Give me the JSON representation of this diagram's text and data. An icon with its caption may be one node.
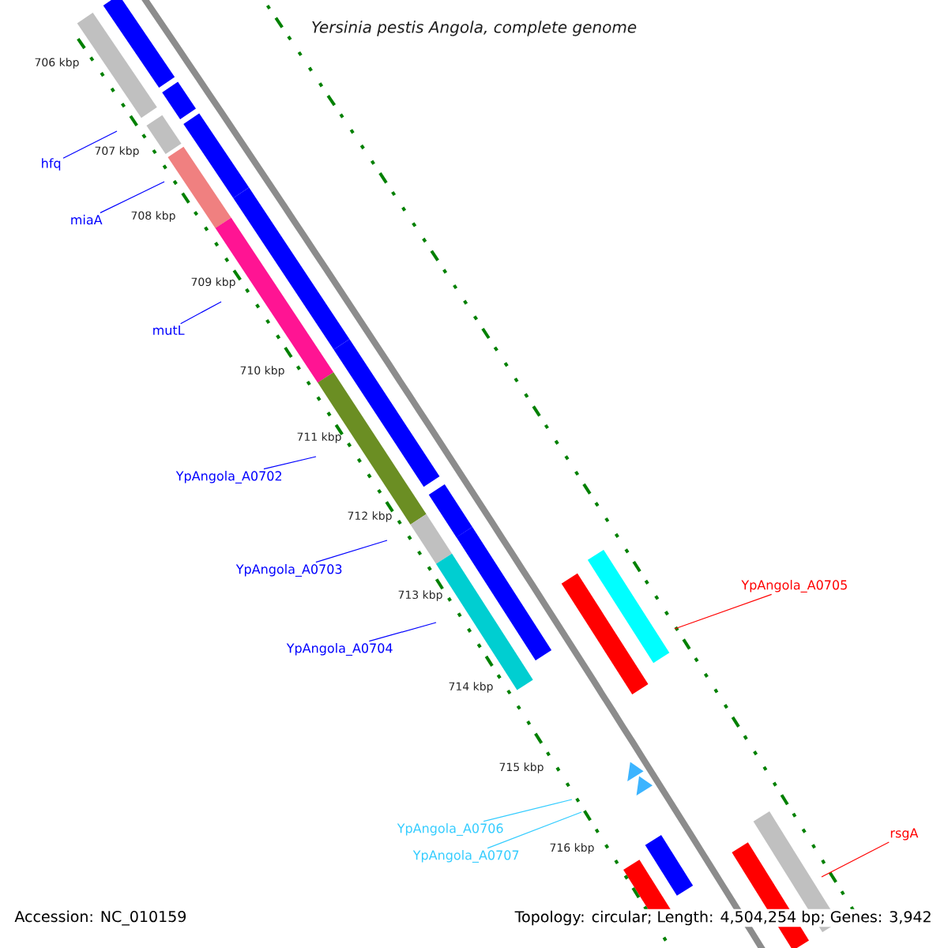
{
  "diagram": {
    "title": "Yersinia pestis Angola, complete genome",
    "nodes": [
      {
        "text": [
          "hfq"
        ]
      },
      {
        "text": [
          "miaA"
        ]
      },
      {
        "text": [
          "mutL"
        ]
      },
      {
        "text": [
          "YpAngola_A0702"
        ]
      },
      {
        "text": [
          "YpAngola_A0703"
        ]
      },
      {
        "text": [
          "YpAngola_A0705"
        ]
      },
      {
        "text": [
          "YpAngola_A0704"
        ]
      },
      {
        "text": [
          "YpAngola_A0706"
        ]
      },
      {
        "text": [
          "rsgA"
        ]
      },
      {
        "text": [
          "YpAngola_A0707"
        ]
      }
    ],
    "edges": [
      {
        "from": 0,
        "to": null,
        "arrow": "none"
      },
      {
        "from": 1,
        "to": null,
        "arrow": "none"
      },
      {
        "from": 2,
        "to": null,
        "arrow": "none"
      },
      {
        "from": 3,
        "to": null,
        "arrow": "none"
      },
      {
        "from": 4,
        "to": null,
        "arrow": "none"
      },
      {
        "from": 5,
        "to": null,
        "arrow": "none",
        "color": "#ff0000"
      },
      {
        "from": 6,
        "to": null,
        "arrow": "none"
      },
      {
        "from": 7,
        "to": null,
        "arrow": "none",
        "color": "#33ccff"
      },
      {
        "from": 8,
        "to": null,
        "arrow": "none",
        "color": "#ff0000"
      },
      {
        "from": 9,
        "to": null,
        "arrow": "none",
        "color": "#33ccff"
      }
    ],
    "labels": [
      "706 kbp",
      "707 kbp",
      "708 kbp",
      "709 kbp",
      "710 kbp",
      "711 kbp",
      "712 kbp",
      "713 kbp",
      "714 kbp",
      "715 kbp",
      "716 kbp",
      "Accession: NC_010159",
      "Topology: circular; Length: 4,504,254 bp; Genes: 3,942"
    ]
  }
}
